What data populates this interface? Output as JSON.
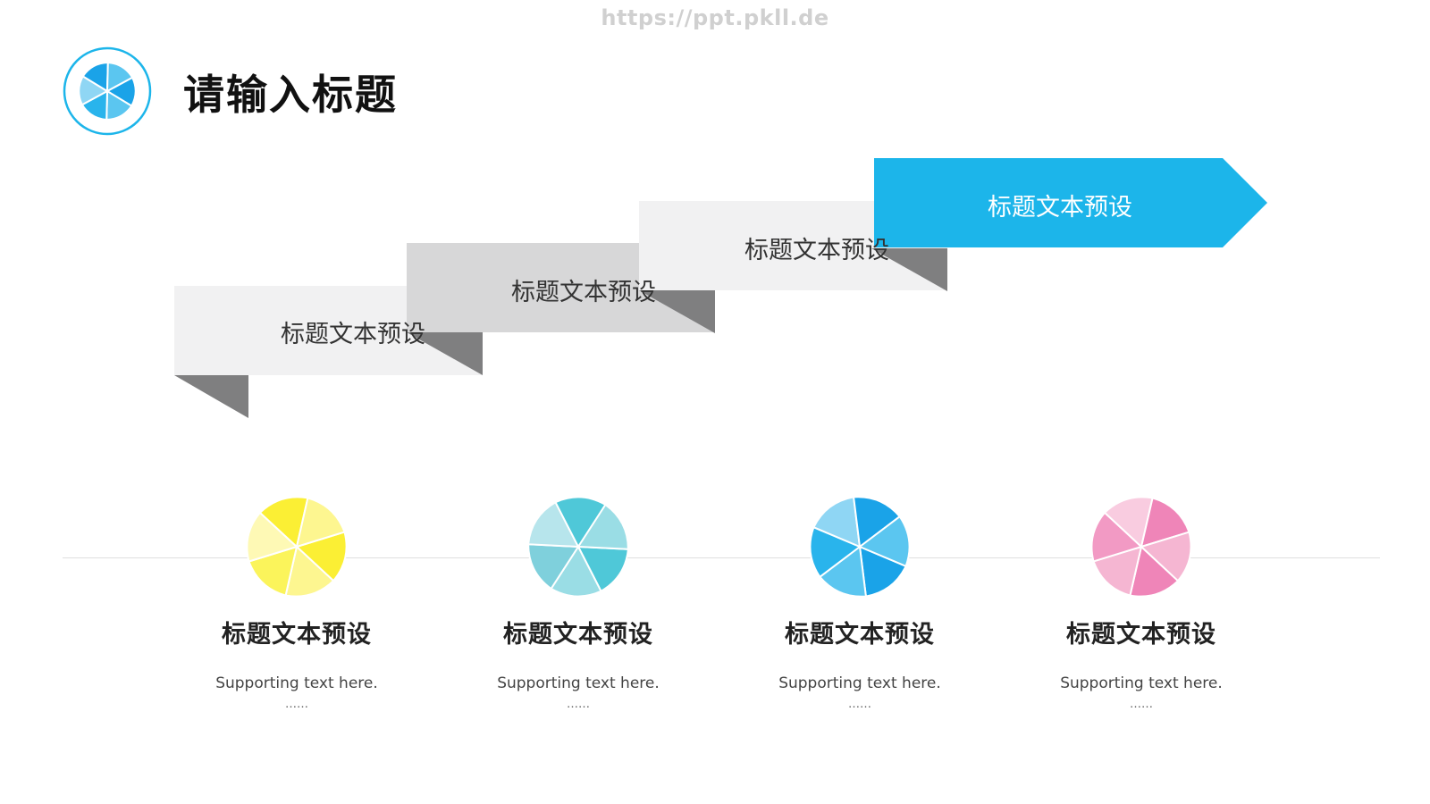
{
  "watermark": "https://ppt.pkll.de",
  "title": "请输入标题",
  "colors": {
    "accent": "#1cb5ea",
    "step_light": "#f1f1f2",
    "step_mid": "#d7d7d8",
    "fold": "#7f7f80",
    "yellow": [
      "#fbef34",
      "#fdf690",
      "#fbf45b",
      "#fef9b5"
    ],
    "teal": [
      "#4fc8d8",
      "#9addE5",
      "#7fd0dc",
      "#b7e5ec"
    ],
    "blue": [
      "#1aa3e8",
      "#5bc6f0",
      "#29b4ec",
      "#8fd6f4"
    ],
    "pink": [
      "#ef85b8",
      "#f5b6d2",
      "#f29ac4",
      "#f9cce0"
    ]
  },
  "steps": [
    {
      "label": "标题文本预设"
    },
    {
      "label": "标题文本预设"
    },
    {
      "label": "标题文本预设"
    },
    {
      "label": "标题文本预设"
    }
  ],
  "items": [
    {
      "title": "标题文本预设",
      "text": "Supporting text here.",
      "dots": "……",
      "palette": "yellow"
    },
    {
      "title": "标题文本预设",
      "text": "Supporting text here.",
      "dots": "……",
      "palette": "teal"
    },
    {
      "title": "标题文本预设",
      "text": "Supporting text here.",
      "dots": "……",
      "palette": "blue"
    },
    {
      "title": "标题文本预设",
      "text": "Supporting text here.",
      "dots": "……",
      "palette": "pink"
    }
  ]
}
